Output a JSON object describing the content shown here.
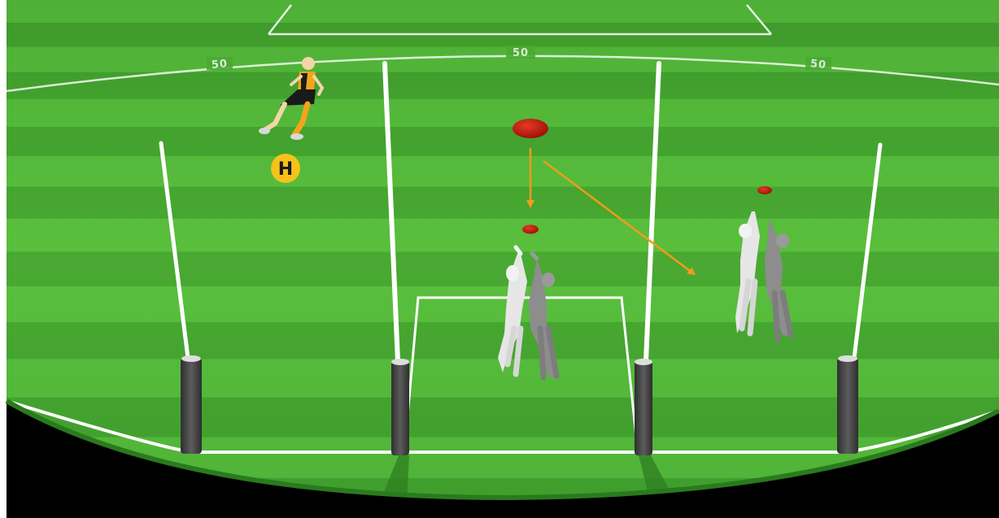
{
  "field_labels": {
    "arc_left": "50",
    "arc_center": "50",
    "arc_right": "50"
  },
  "umpire": {
    "badge_letter": "H"
  },
  "colors": {
    "grass_light": "#5cc23f",
    "grass_dark": "#3f9a2c",
    "line": "#ffffff",
    "ball": "#c9160a",
    "arrow": "#f29b1a",
    "badge": "#f7c21a",
    "post_base": "#4a4a4a",
    "player_light": "#e8e8e8",
    "player_dark": "#8a8a8a"
  },
  "diagram": {
    "description_items": [
      "kick",
      "contest-near",
      "contest-far"
    ]
  }
}
